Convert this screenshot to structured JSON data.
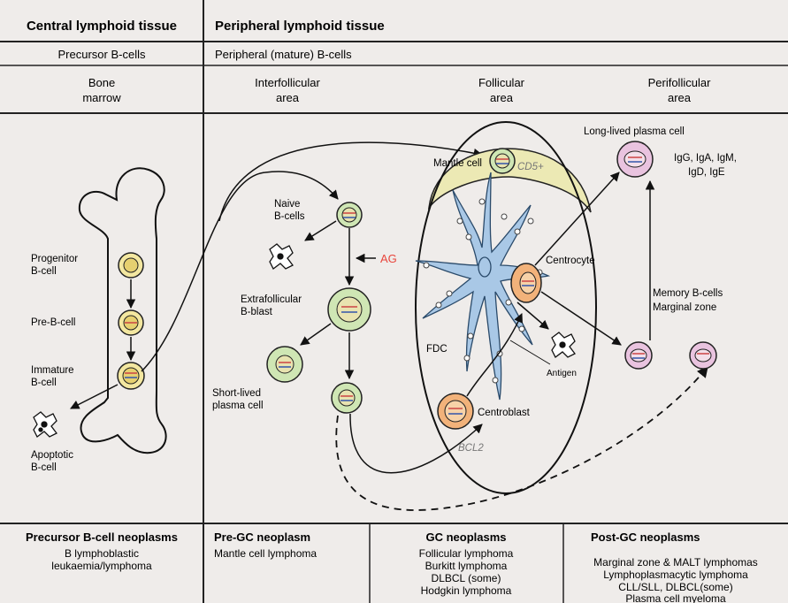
{
  "header": {
    "central": "Central lymphoid tissue",
    "peripheral": "Peripheral lymphoid tissue"
  },
  "subheader": {
    "precursor": "Precursor B-cells",
    "peripheral_mature": "Peripheral (mature) B-cells"
  },
  "areas": {
    "bone_marrow": [
      "Bone",
      "marrow"
    ],
    "interfollicular": [
      "Interfollicular",
      "area"
    ],
    "follicular": [
      "Follicular",
      "area"
    ],
    "perifollicular": [
      "Perifollicular",
      "area"
    ]
  },
  "labels": {
    "progenitor": [
      "Progenitor",
      "B-cell"
    ],
    "pre_b": "Pre-B-cell",
    "immature": [
      "Immature",
      "B-cell"
    ],
    "apoptotic": [
      "Apoptotic",
      "B-cell"
    ],
    "naive": [
      "Naive",
      "B-cells"
    ],
    "ag": "AG",
    "extrafollicular": [
      "Extrafollicular",
      "B-blast"
    ],
    "short_lived": [
      "Short-lived",
      "plasma cell"
    ],
    "mantle": "Mantle cell",
    "cd5": "CD5+",
    "fdc": "FDC",
    "antigen": "Antigen",
    "centrocyte": "Centrocyte",
    "centroblast": "Centroblast",
    "bcl2": "BCL2",
    "long_lived": "Long-lived plasma cell",
    "ig": [
      "IgG, IgA, IgM,",
      "IgD, IgE"
    ],
    "memory": [
      "Memory B-cells",
      "Marginal zone"
    ]
  },
  "neoplasms": {
    "precursor": {
      "title": "Precursor B-cell neoplasms",
      "items": [
        "B lymphoblastic",
        "leukaemia/lymphoma"
      ]
    },
    "pre_gc": {
      "title": "Pre-GC neoplasm",
      "items": [
        "Mantle cell lymphoma"
      ]
    },
    "gc": {
      "title": "GC neoplasms",
      "items": [
        "Follicular lymphoma",
        "Burkitt lymphoma",
        "DLBCL (some)",
        "Hodgkin lymphoma"
      ]
    },
    "post_gc": {
      "title": "Post-GC neoplasms",
      "items": [
        "Marginal zone & MALT lymphomas",
        "Lymphoplasmacytic lymphoma",
        "CLL/SLL, DLBCL(some)",
        "Plasma cell myeloma"
      ]
    }
  },
  "colors": {
    "ag_red": "#e8453c",
    "cell_yellow": "#f3e7a0",
    "cell_green": "#cfe6b4",
    "cell_orange": "#f2b27a",
    "cell_pink": "#e9c3df",
    "fdc_blue": "#a9c8e6",
    "mantle_zone": "#ece9b4"
  }
}
